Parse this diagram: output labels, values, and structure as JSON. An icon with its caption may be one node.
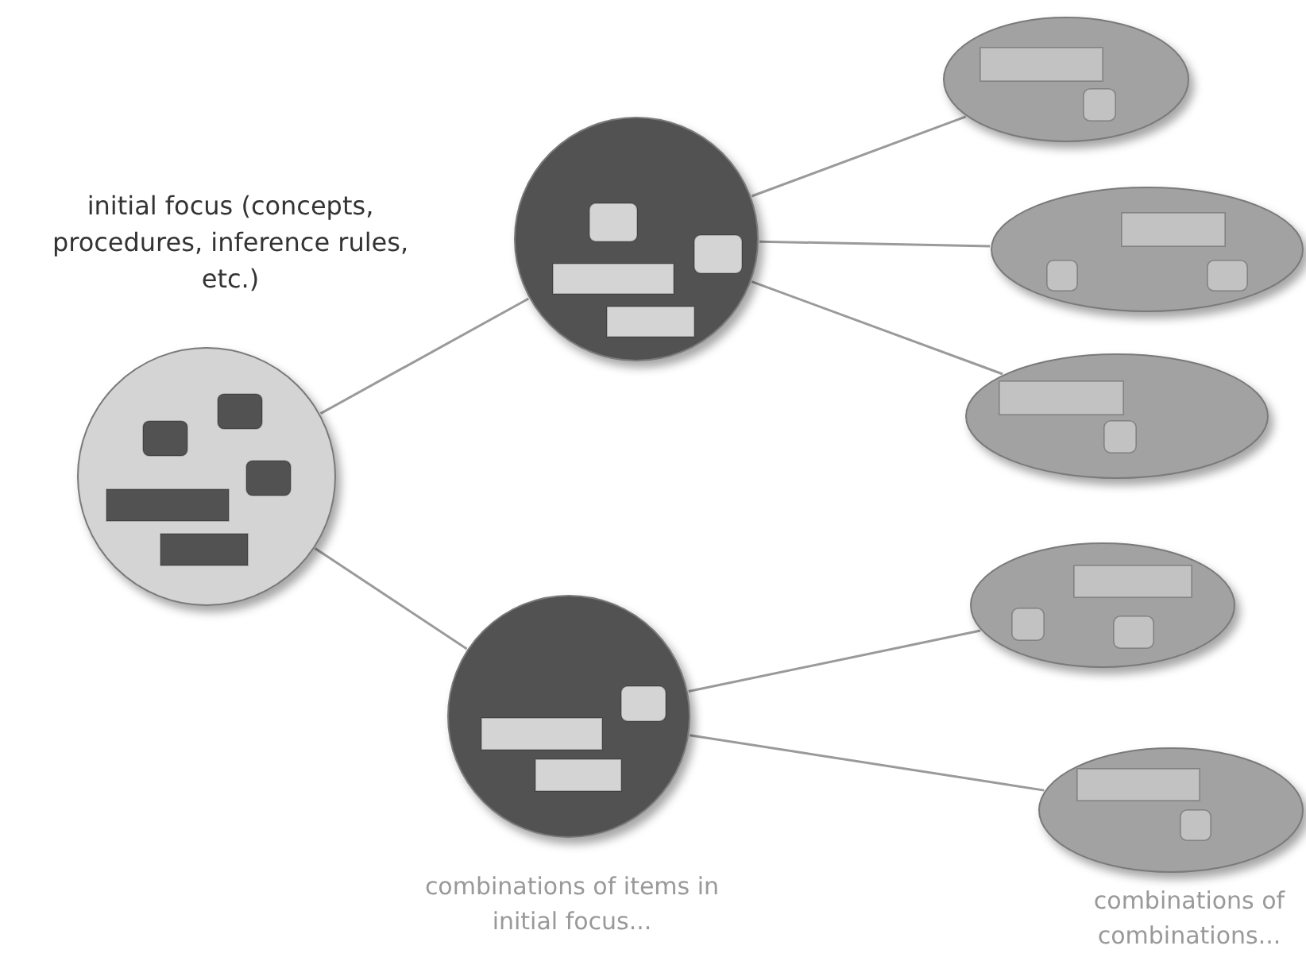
{
  "diagram": {
    "nodes": [
      {
        "text": [],
        "shape": "circle",
        "beside": [
          "initial focus (concepts, procedures, inference rules, etc.)"
        ]
      },
      {
        "text": [],
        "shape": "circle"
      },
      {
        "text": [],
        "shape": "circle",
        "beside": [
          "combinations of items in initial focus..."
        ]
      },
      {
        "text": [],
        "shape": "ellipse"
      },
      {
        "text": [],
        "shape": "ellipse"
      },
      {
        "text": [],
        "shape": "ellipse"
      },
      {
        "text": [],
        "shape": "ellipse"
      },
      {
        "text": [],
        "shape": "ellipse",
        "beside": [
          "combinations of combinations..."
        ]
      }
    ],
    "edges": [
      {
        "from": 0,
        "to": 1,
        "arrow": "none"
      },
      {
        "from": 0,
        "to": 2,
        "arrow": "none"
      },
      {
        "from": 1,
        "to": 3,
        "arrow": "none"
      },
      {
        "from": 1,
        "to": 4,
        "arrow": "none"
      },
      {
        "from": 1,
        "to": 5,
        "arrow": "none"
      },
      {
        "from": 2,
        "to": 6,
        "arrow": "none"
      },
      {
        "from": 2,
        "to": 7,
        "arrow": "none"
      }
    ]
  }
}
